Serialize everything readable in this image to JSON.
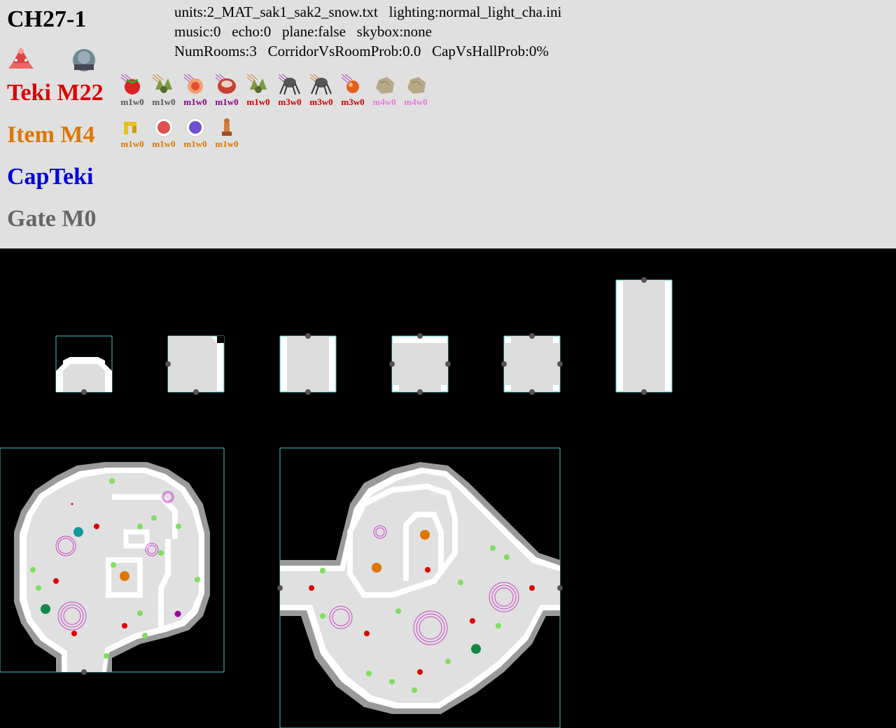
{
  "header": {
    "sublevel_title": "CH27-1",
    "teki_label": "Teki M22",
    "item_label": "Item M4",
    "capteki_label": "CapTeki",
    "gate_label": "Gate M0",
    "meta_line1": "units:2_MAT_sak1_sak2_snow.txt   lighting:normal_light_cha.ini",
    "meta_line2": "music:0   echo:0   plane:false   skybox:none",
    "meta_line3": "NumRooms:3   CorridorVsRoomProb:0.0   CapVsHallProb:0%",
    "colors": {
      "teki": "#dd0000",
      "item": "#dd7700",
      "capteki": "#0000dd",
      "gate": "#666666"
    }
  },
  "top_icons": [
    {
      "name": "pikmin-flower-icon"
    },
    {
      "name": "onion-pod-icon"
    }
  ],
  "teki": [
    {
      "icon": "strawberry-icon",
      "code": "m1w0",
      "color": "#555555"
    },
    {
      "icon": "leaf-creature-icon",
      "code": "m1w0",
      "color": "#555555"
    },
    {
      "icon": "bulb-fruit-icon",
      "code": "m1w0",
      "color": "#880088"
    },
    {
      "icon": "shell-creature-icon",
      "code": "m1w0",
      "color": "#880088"
    },
    {
      "icon": "leaf-creature-icon",
      "code": "m1w0",
      "color": "#cc0000"
    },
    {
      "icon": "spider-icon",
      "code": "m3w0",
      "color": "#cc0000"
    },
    {
      "icon": "spider-icon",
      "code": "m3w0",
      "color": "#cc0000"
    },
    {
      "icon": "orange-orb-icon",
      "code": "m3w0",
      "color": "#cc0000"
    },
    {
      "icon": "rock-icon",
      "code": "m4w0",
      "color": "#ee77dd"
    },
    {
      "icon": "rock-icon",
      "code": "m4w0",
      "color": "#ee77dd"
    }
  ],
  "items": [
    {
      "icon": "key-icon",
      "code": "m1w0",
      "color": "#dd7700"
    },
    {
      "icon": "pink-disc-icon",
      "code": "m1w0",
      "color": "#dd7700"
    },
    {
      "icon": "purple-orb-icon",
      "code": "m1w0",
      "color": "#dd7700"
    },
    {
      "icon": "chess-piece-icon",
      "code": "m1w0",
      "color": "#dd7700"
    }
  ]
}
